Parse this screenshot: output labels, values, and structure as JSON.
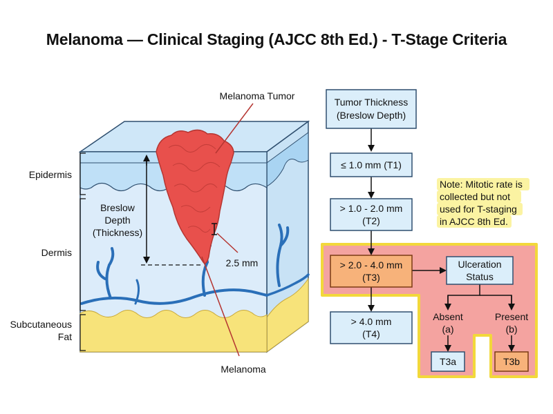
{
  "title": "Melanoma — Clinical Staging (AJCC 8th Ed.) - T-Stage Criteria",
  "skin": {
    "layers": {
      "epidermis": "Epidermis",
      "dermis": "Dermis",
      "fat_line1": "Subcutaneous",
      "fat_line2": "Fat"
    },
    "tumor_label": "Melanoma Tumor",
    "bottom_label": "Melanoma",
    "breslow": {
      "line1": "Breslow",
      "line2": "Depth",
      "line3": "(Thickness)"
    },
    "measurement": "2.5 mm"
  },
  "flow": {
    "header": {
      "line1": "Tumor Thickness",
      "line2": "(Breslow Depth)"
    },
    "t1": {
      "line1": "≤ 1.0 mm (T1)"
    },
    "t2": {
      "line1": "> 1.0 - 2.0 mm",
      "line2": "(T2)"
    },
    "t3": {
      "line1": "> 2.0 - 4.0 mm",
      "line2": "(T3)"
    },
    "t4": {
      "line1": "> 4.0 mm",
      "line2": "(T4)"
    },
    "ulceration": {
      "line1": "Ulceration",
      "line2": "Status"
    },
    "absent": {
      "line1": "Absent",
      "line2": "(a)"
    },
    "present": {
      "line1": "Present",
      "line2": "(b)"
    },
    "t3a": "T3a",
    "t3b": "T3b"
  },
  "note": {
    "line1": "Note: Mitotic rate is",
    "line2": "collected but not",
    "line3": "used for T-staging",
    "line4": "in AJCC 8th Ed."
  },
  "colors": {
    "box_fill": "#dbeefa",
    "box_stroke": "#2f4f6f",
    "highlight_fill": "#f4a3a0",
    "highlight_stroke": "#f2d83b",
    "t3_fill": "#f7b27a",
    "note_bg": "#fbf3a2",
    "tumor": "#e8504c",
    "vessel": "#2a6fb8",
    "fat": "#f7e37a",
    "dermis": "#dcecfa",
    "epidermis": "#bfe0f7"
  }
}
